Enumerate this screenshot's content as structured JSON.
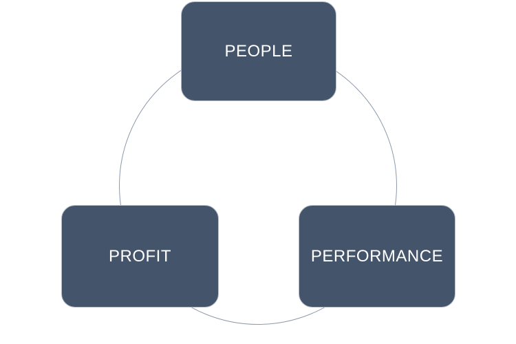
{
  "colors": {
    "background": "#ffffff",
    "circle_stroke": "#8d99ab",
    "node_fill": "#44546a",
    "node_border": "#b7bdc6",
    "node_text": "#ffffff"
  },
  "diagram": {
    "type": "cycle",
    "nodes": [
      {
        "id": "people",
        "label": "PEOPLE"
      },
      {
        "id": "profit",
        "label": "PROFIT"
      },
      {
        "id": "performance",
        "label": "PERFORMANCE"
      }
    ]
  }
}
